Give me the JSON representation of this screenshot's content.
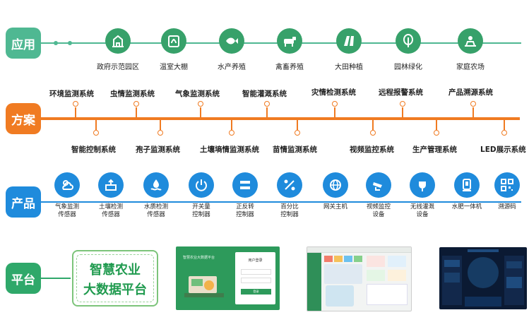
{
  "rows": {
    "app": {
      "label": "应用",
      "color": "#4fb892"
    },
    "plan": {
      "label": "方案",
      "color": "#f07b22"
    },
    "product": {
      "label": "产品",
      "color": "#1f8bdc"
    },
    "platform": {
      "label": "平台",
      "color": "#2fa86a"
    }
  },
  "apps": [
    {
      "label": "政府示范园区",
      "icon": "gov-park-icon"
    },
    {
      "label": "温室大棚",
      "icon": "greenhouse-icon"
    },
    {
      "label": "水产养殖",
      "icon": "fish-icon"
    },
    {
      "label": "禽畜养殖",
      "icon": "livestock-icon"
    },
    {
      "label": "大田种植",
      "icon": "field-icon"
    },
    {
      "label": "园林绿化",
      "icon": "tree-icon"
    },
    {
      "label": "家庭农场",
      "icon": "farm-icon"
    }
  ],
  "systems_top": [
    "环境监测系统",
    "虫情监测系统",
    "气象监测系统",
    "智能灌溉系统",
    "灾情检测系统",
    "远程报警系统",
    "产品溯源系统"
  ],
  "systems_bottom": [
    "智能控制系统",
    "孢子监测系统",
    "土壤墒情监测系统",
    "苗情监测系统",
    "视频监控系统",
    "生产管理系统",
    "LED展示系统"
  ],
  "products": [
    {
      "label": "气象监测\n传感器",
      "icon": "weather-icon"
    },
    {
      "label": "土壤检测\n传感器",
      "icon": "soil-icon"
    },
    {
      "label": "水质检测\n传感器",
      "icon": "water-icon"
    },
    {
      "label": "开关量\n控制器",
      "icon": "power-icon"
    },
    {
      "label": "正反转\n控制器",
      "icon": "switch-icon"
    },
    {
      "label": "百分比\n控制器",
      "icon": "percent-icon"
    },
    {
      "label": "网关主机",
      "icon": "globe-icon"
    },
    {
      "label": "视频监控\n设备",
      "icon": "camera-icon"
    },
    {
      "label": "无线灌溉\n设备",
      "icon": "valve-icon"
    },
    {
      "label": "水肥一体机",
      "icon": "fertilizer-icon"
    },
    {
      "label": "溯源码",
      "icon": "qr-icon"
    }
  ],
  "platform": {
    "logo_line1": "智慧农业",
    "logo_line2": "大数据平台",
    "login_title": "智慧农业大数据平台",
    "login_heading": "用户登录",
    "login_button": "登录"
  }
}
